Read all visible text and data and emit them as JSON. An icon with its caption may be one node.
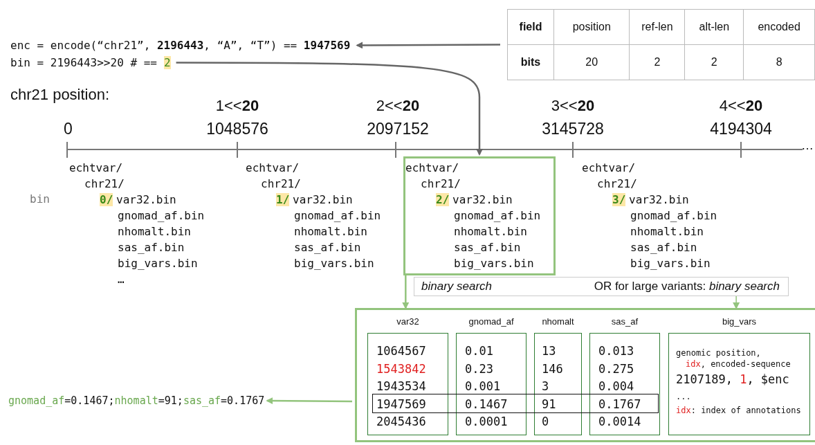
{
  "diagram": {
    "nodes": [
      {
        "text": [
          "enc = encode(“chr21”, **2196443**, “A”, “T”) == **1947569**"
        ]
      },
      {
        "text": [
          "bin = 2196443>>20 # ==",
          "2"
        ]
      },
      {
        "text": [
          "field",
          "position",
          "ref-len",
          "alt-len",
          "encoded",
          "bits",
          "20",
          "2",
          "2",
          "8"
        ]
      },
      {
        "text": [
          "echtvar/",
          "chr21/",
          "0/",
          "var32.bin",
          "gnomad_af.bin",
          "nhomalt.bin",
          "sas_af.bin",
          "big_vars.bin",
          "…"
        ]
      },
      {
        "text": [
          "echtvar/",
          "chr21/",
          "1/",
          "var32.bin",
          "gnomad_af.bin",
          "nhomalt.bin",
          "sas_af.bin",
          "big_vars.bin"
        ]
      },
      {
        "text": [
          "echtvar/",
          "chr21/",
          "2/",
          "var32.bin",
          "gnomad_af.bin",
          "nhomalt.bin",
          "sas_af.bin",
          "big_vars.bin"
        ]
      },
      {
        "text": [
          "echtvar/",
          "chr21/",
          "3/",
          "var32.bin",
          "gnomad_af.bin",
          "nhomalt.bin",
          "sas_af.bin",
          "big_vars.bin"
        ]
      },
      {
        "text": [
          "binary search",
          "OR for large variants: *binary search*"
        ]
      },
      {
        "text": [],
        "shape": "box"
      },
      {
        "text": [
          "var32",
          "1064567",
          "1543842",
          "1943534",
          "1947569",
          "2045436"
        ],
        "in": 8
      },
      {
        "text": [
          "gnomad_af",
          "0.01",
          "0.23",
          "0.001",
          "0.1467",
          "0.0001"
        ],
        "in": 8
      },
      {
        "text": [
          "nhomalt",
          "13",
          "146",
          "3",
          "91",
          "0"
        ],
        "in": 8
      },
      {
        "text": [
          "sas_af",
          "0.013",
          "0.275",
          "0.004",
          "0.1767",
          "0.0014"
        ],
        "in": 8
      },
      {
        "text": [
          "big_vars",
          "genomic position, idx, encoded-sequence",
          "2107189, 1, $enc",
          "...",
          "idx: index of annotations"
        ],
        "in": 8
      },
      {
        "text": [
          "gnomad_af=0.1467;nhomalt=91;sas_af=0.1767"
        ]
      }
    ],
    "edges": [
      {
        "from": 2,
        "to": 0,
        "arrow": "to",
        "color": "#666666"
      },
      {
        "from": 1,
        "to": 5,
        "arrow": "to",
        "color": "#666666"
      },
      {
        "from": 5,
        "to": 8,
        "arrow": "to"
      },
      {
        "from": 7,
        "to": 8,
        "arrow": "to"
      },
      {
        "from": 8,
        "to": 14,
        "arrow": "to"
      }
    ],
    "labels": [
      "chr21 position:",
      "0",
      "1<<**20**",
      "1048576",
      "2<<**20**",
      "2097152",
      "3<<**20**",
      "3145728",
      "4<<**20**",
      "4194304",
      "…",
      "bin"
    ]
  }
}
